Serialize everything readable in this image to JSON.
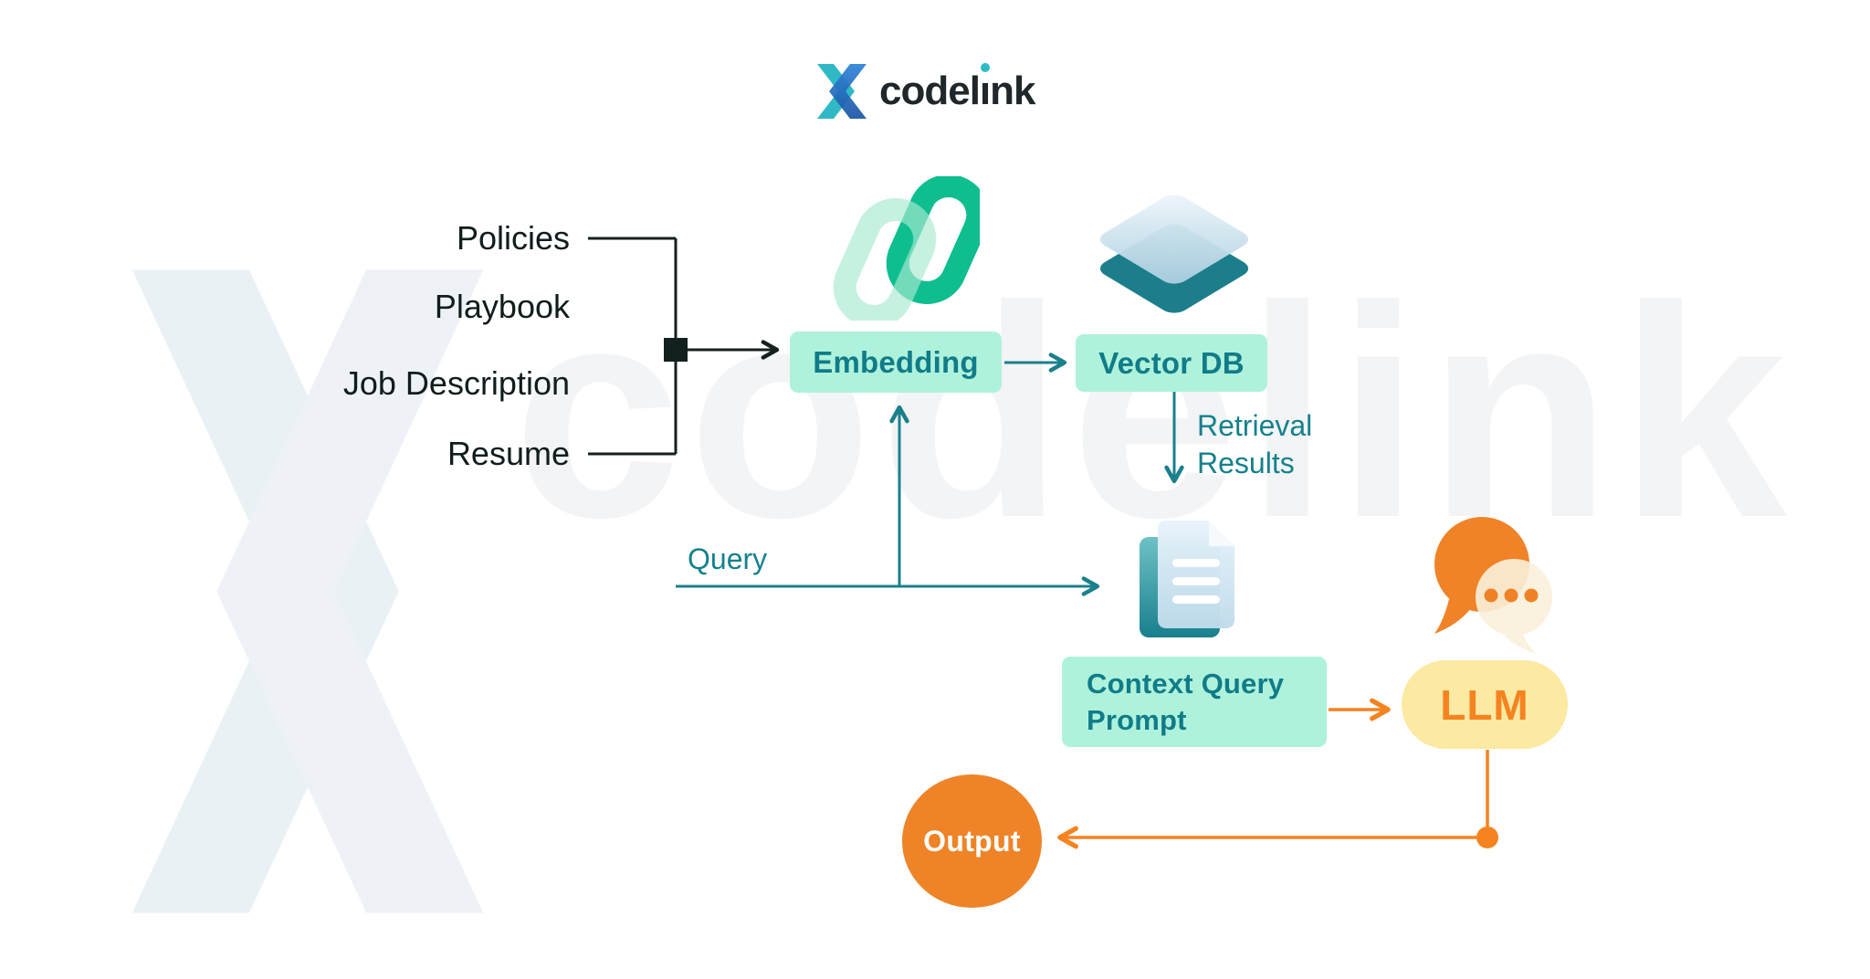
{
  "header": {
    "logo_text": "codelink",
    "logo_text_pre": "codel",
    "logo_text_i": "ı",
    "logo_text_post": "nk"
  },
  "watermark": {
    "text": "codelink"
  },
  "inputs": {
    "items": [
      "Policies",
      "Playbook",
      "Job Description",
      "Resume"
    ]
  },
  "nodes": {
    "embedding": {
      "label": "Embedding",
      "icon": "chain-link-icon"
    },
    "vector_db": {
      "label": "Vector DB",
      "icon": "layers-icon"
    },
    "context_query_prompt": {
      "label": "Context Query Prompt",
      "lines": [
        "Context Query",
        "Prompt"
      ],
      "icon": "document-icon"
    },
    "llm": {
      "label": "LLM",
      "icon": "chat-bubbles-icon"
    },
    "output": {
      "label": "Output"
    }
  },
  "edges": {
    "query_label": "Query",
    "retrieval_lines": [
      "Retrieval",
      "Results"
    ],
    "retrieval_label": "Retrieval Results"
  },
  "colors": {
    "mint_box_bg": "#AFF2DC",
    "teal_text": "#107C88",
    "teal_line": "#1A808B",
    "dark_line": "#15211F",
    "orange": "#F5831F",
    "llm_bg": "#FCE9A2",
    "output_bg": "#EE8427",
    "green_link": "#0EBE8F",
    "layers_teal": "#1C7E8B",
    "logo_teal": "#30B9C4",
    "logo_blue": "#1E5FAE",
    "watermark": "#F2F4F6"
  }
}
